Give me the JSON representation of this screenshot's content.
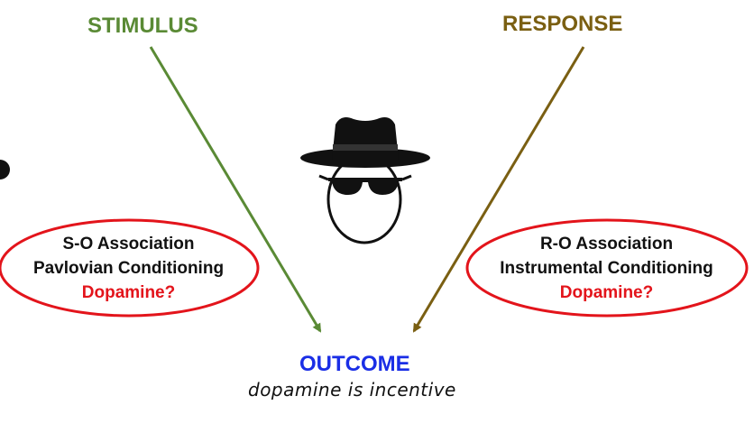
{
  "stimulus": {
    "label": "STIMULUS",
    "color": "#5a8a35"
  },
  "response": {
    "label": "RESPONSE",
    "color": "#7a5f12"
  },
  "outcome": {
    "label": "OUTCOME",
    "color": "#1a2ee6",
    "note": "dopamine is incentive"
  },
  "so_association": {
    "line1": "S-O Association",
    "line2": "Pavlovian Conditioning",
    "line3": "Dopamine?"
  },
  "ro_association": {
    "line1": "R-O Association",
    "line2": "Instrumental Conditioning",
    "line3": "Dopamine?"
  },
  "colors": {
    "ellipse": "#e3141b",
    "figure": "#111111"
  },
  "icons": [
    "spy-figure-icon"
  ]
}
